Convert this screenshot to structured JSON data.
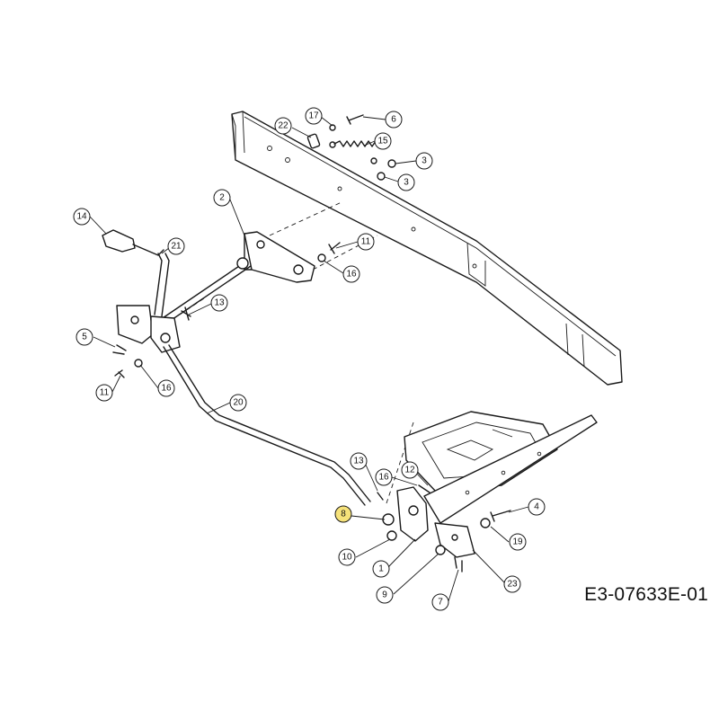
{
  "drawing_code": "E3-07633E-01",
  "colors": {
    "line": "#1a1a1a",
    "highlight": "#f6e27a",
    "background": "#ffffff"
  },
  "callouts": [
    {
      "id": "c17",
      "label": "17"
    },
    {
      "id": "c6",
      "label": "6"
    },
    {
      "id": "c22",
      "label": "22"
    },
    {
      "id": "c15",
      "label": "15"
    },
    {
      "id": "c3a",
      "label": "3"
    },
    {
      "id": "c3b",
      "label": "3"
    },
    {
      "id": "c2",
      "label": "2"
    },
    {
      "id": "c14",
      "label": "14"
    },
    {
      "id": "c21",
      "label": "21"
    },
    {
      "id": "c11a",
      "label": "11"
    },
    {
      "id": "c16a",
      "label": "16"
    },
    {
      "id": "c13a",
      "label": "13"
    },
    {
      "id": "c5",
      "label": "5"
    },
    {
      "id": "c11b",
      "label": "11"
    },
    {
      "id": "c16b",
      "label": "16"
    },
    {
      "id": "c20",
      "label": "20"
    },
    {
      "id": "c13b",
      "label": "13"
    },
    {
      "id": "c16c",
      "label": "16"
    },
    {
      "id": "c12",
      "label": "12"
    },
    {
      "id": "c8",
      "label": "8",
      "highlighted": true
    },
    {
      "id": "c4",
      "label": "4"
    },
    {
      "id": "c19",
      "label": "19"
    },
    {
      "id": "c10",
      "label": "10"
    },
    {
      "id": "c1",
      "label": "1"
    },
    {
      "id": "c23",
      "label": "23"
    },
    {
      "id": "c9",
      "label": "9"
    },
    {
      "id": "c7",
      "label": "7"
    }
  ]
}
